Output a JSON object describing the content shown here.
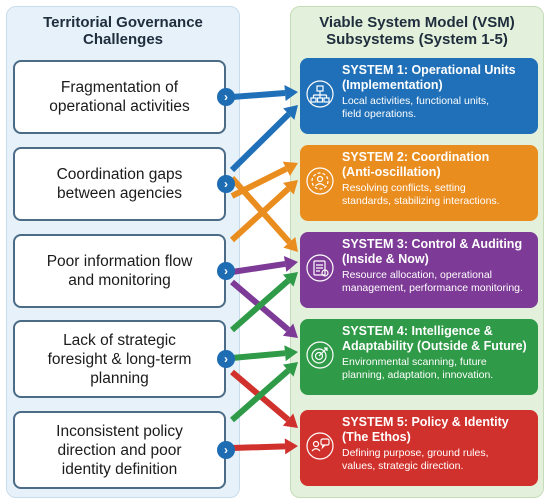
{
  "left_header": [
    "Territorial Governance",
    "Challenges"
  ],
  "right_header": [
    "Viable System Model (VSM)",
    "Subsystems (System 1-5)"
  ],
  "challenges": [
    {
      "lines": [
        "Fragmentation of",
        "operational activities"
      ]
    },
    {
      "lines": [
        "Coordination gaps",
        "between agencies"
      ]
    },
    {
      "lines": [
        "Poor information flow",
        "and monitoring"
      ]
    },
    {
      "lines": [
        "Lack of strategic",
        "foresight & long-term",
        "planning"
      ]
    },
    {
      "lines": [
        "Inconsistent policy",
        "direction and poor",
        "identity definition"
      ]
    }
  ],
  "systems": [
    {
      "title": [
        "SYSTEM 1: Operational Units",
        "(Implementation)"
      ],
      "desc": [
        "Local activities, functional units,",
        "field operations."
      ],
      "color": "#1f70b8",
      "icon": "org-chart-icon"
    },
    {
      "title": [
        "SYSTEM 2: Coordination",
        "(Anti-oscillation)"
      ],
      "desc": [
        "Resolving conflicts, setting",
        "standards, stabilizing interactions."
      ],
      "color": "#ea8d1f",
      "icon": "coordination-icon"
    },
    {
      "title": [
        "SYSTEM 3: Control & Auditing",
        "(Inside & Now)"
      ],
      "desc": [
        "Resource allocation, operational",
        "management, performance monitoring."
      ],
      "color": "#7d3a96",
      "icon": "report-icon"
    },
    {
      "title": [
        "SYSTEM 4: Intelligence &",
        "Adaptability (Outside & Future)"
      ],
      "desc": [
        "Environmental scanning, future",
        "planning, adaptation, innovation."
      ],
      "color": "#2f9a47",
      "icon": "target-icon"
    },
    {
      "title": [
        "SYSTEM 5: Policy & Identity",
        "(The Ethos)"
      ],
      "desc": [
        "Defining purpose, ground rules,",
        "values, strategic direction."
      ],
      "color": "#d1312c",
      "icon": "people-icon"
    }
  ],
  "chevron_glyph": "›"
}
